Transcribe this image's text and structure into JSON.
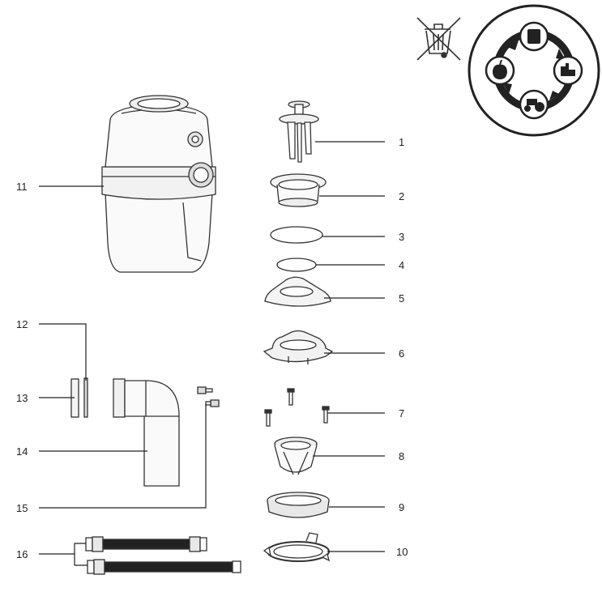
{
  "callouts": [
    "1",
    "2",
    "3",
    "4",
    "5",
    "6",
    "7",
    "8",
    "9",
    "10",
    "11",
    "12",
    "13",
    "14",
    "15",
    "16"
  ],
  "icons": {
    "weee": "crossed-out-wheelie-bin-icon",
    "recycling": "food-waste-recycling-cycle-icon"
  }
}
